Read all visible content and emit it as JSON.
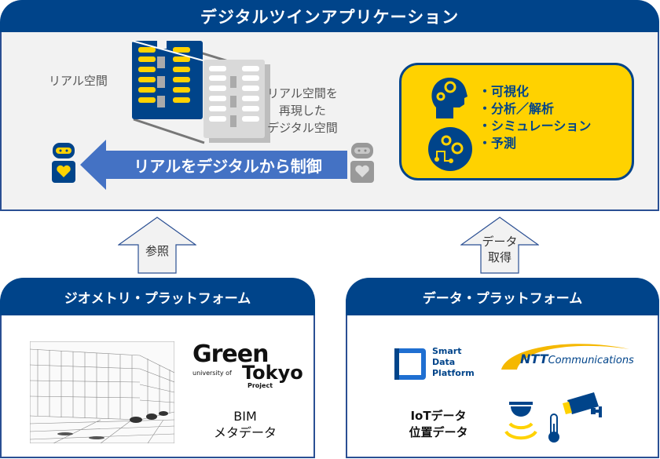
{
  "top_panel": {
    "title": "デジタルツインアプリケーション",
    "real_space_label": "リアル空間",
    "digital_space_label": [
      "リアル空間を",
      "再現した",
      "デジタル空間"
    ],
    "control_arrow_label": "リアルをデジタルから制御",
    "functions": [
      "・可視化",
      "・分析／解析",
      "・シミュレーション",
      "・予測"
    ]
  },
  "arrows": {
    "left_label": "参照",
    "right_label": [
      "データ",
      "取得"
    ]
  },
  "geometry_platform": {
    "title": "ジオメトリ・プラットフォーム",
    "logo": {
      "line1": "Green",
      "small": "university of",
      "line2": "Tokyo",
      "line3": "Project"
    },
    "caption": [
      "BIM",
      "メタデータ"
    ]
  },
  "data_platform": {
    "title": "データ・プラットフォーム",
    "sdp_logo": [
      "Smart",
      "Data",
      "Platform"
    ],
    "ntt_logo": {
      "bold": "NTT",
      "rest": "Communications"
    },
    "caption": [
      "IoTデータ",
      "位置データ"
    ]
  },
  "colors": {
    "navy": "#00448a",
    "yellow": "#ffd200",
    "arrow_blue": "#4472c4",
    "panel_bg": "#f2f2f2"
  }
}
